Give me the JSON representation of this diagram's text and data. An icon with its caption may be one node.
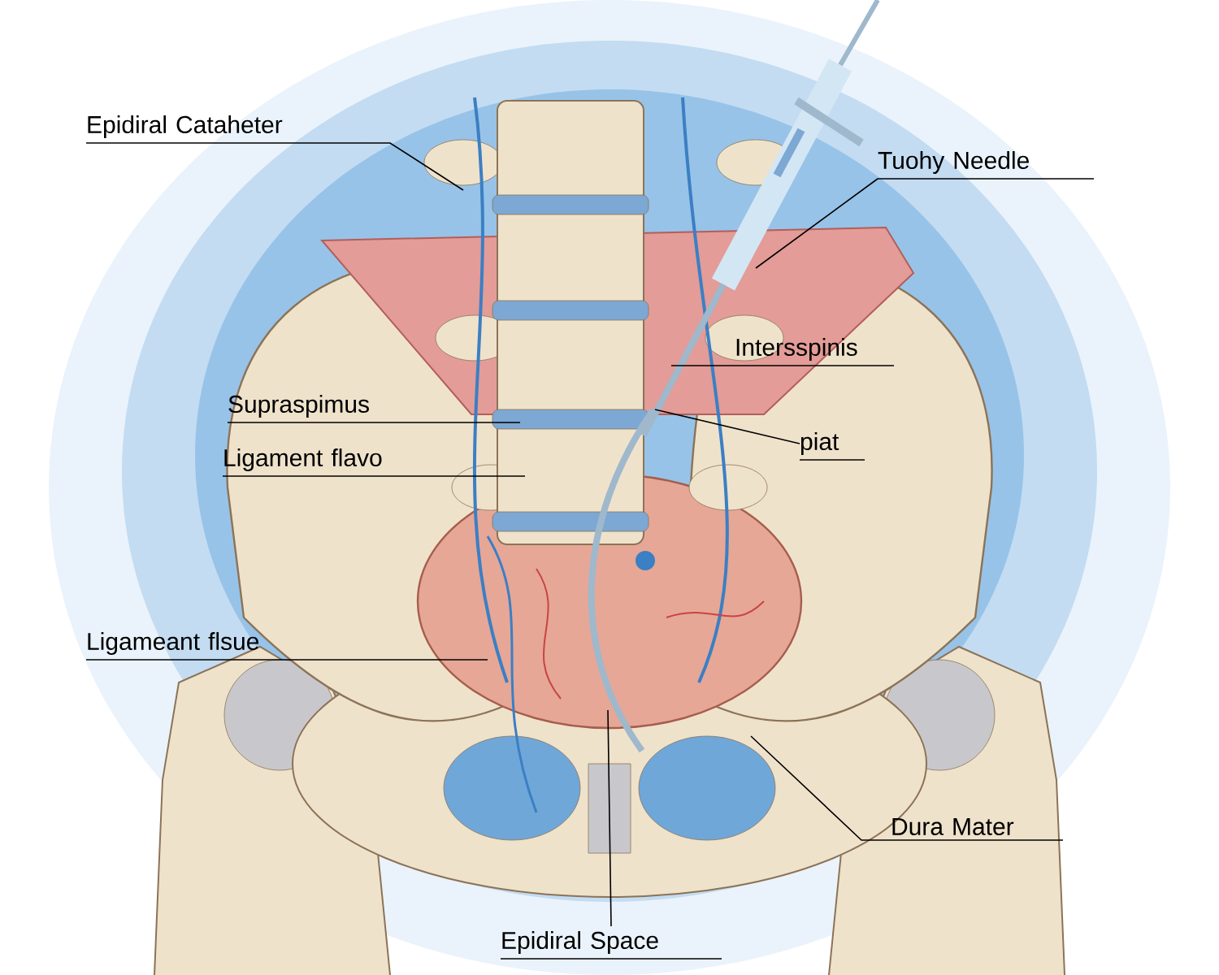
{
  "diagram": {
    "nodes": [
      {
        "text": [
          "Epidiral Cataheter"
        ]
      },
      {
        "text": [
          "Tuohy Needle"
        ]
      },
      {
        "text": [
          "Intersspinis"
        ]
      },
      {
        "text": [
          "Supraspimus"
        ]
      },
      {
        "text": [
          "piat"
        ]
      },
      {
        "text": [
          "Ligament flavo"
        ]
      },
      {
        "text": [
          "Ligameant flsue"
        ]
      },
      {
        "text": [
          "Dura Mater"
        ]
      },
      {
        "text": [
          "Epidiral Space"
        ]
      }
    ],
    "edges": [
      {
        "from": 0,
        "to": null,
        "arrow": "none"
      },
      {
        "from": 1,
        "to": null,
        "arrow": "none"
      },
      {
        "from": 2,
        "to": null,
        "arrow": "none"
      },
      {
        "from": 3,
        "to": null,
        "arrow": "none"
      },
      {
        "from": 4,
        "to": null,
        "arrow": "none"
      },
      {
        "from": 5,
        "to": null,
        "arrow": "none"
      },
      {
        "from": 6,
        "to": null,
        "arrow": "none"
      },
      {
        "from": 7,
        "to": null,
        "arrow": "none"
      },
      {
        "from": 8,
        "to": null,
        "arrow": "none"
      }
    ]
  }
}
